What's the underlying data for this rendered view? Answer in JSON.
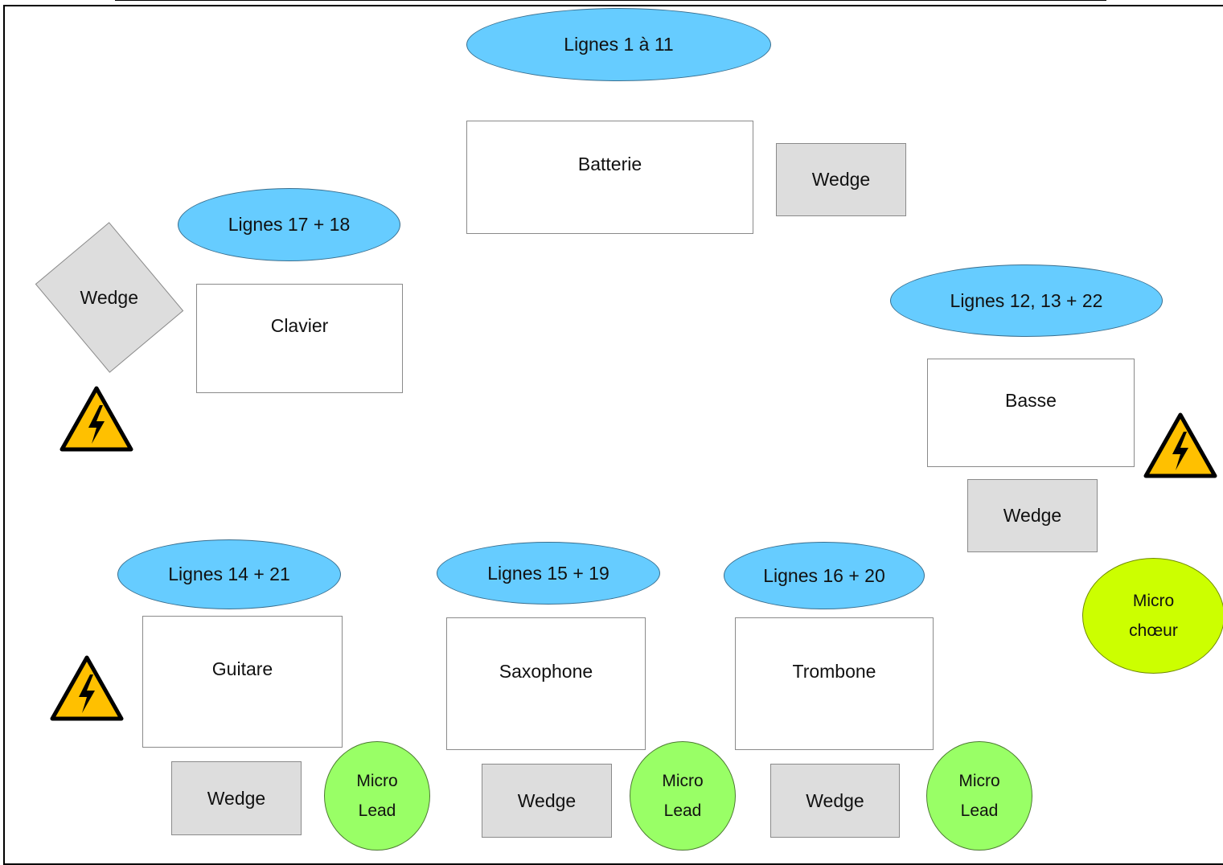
{
  "lines": {
    "top": "Lignes 1 à 11",
    "keys": "Lignes 17 + 18",
    "bass": "Lignes 12, 13 + 22",
    "guitar": "Lignes 14 + 21",
    "sax": "Lignes 15 + 19",
    "trombone": "Lignes 16 + 20"
  },
  "positions": {
    "drums": "Batterie",
    "keys": "Clavier",
    "bass": "Basse",
    "guitar": "Guitare",
    "sax": "Saxophone",
    "trombone": "Trombone"
  },
  "wedge_label": "Wedge",
  "mics": {
    "lead_line1": "Micro",
    "lead_line2": "Lead",
    "choeur_line1": "Micro",
    "choeur_line2": "chœur"
  },
  "colors": {
    "line_ellipse": "#66ccff",
    "wedge": "#dddddd",
    "mic_lead": "#99ff66",
    "mic_choeur": "#ccff00",
    "warning": "#ffc000"
  },
  "icons": {
    "warning": "high-voltage-warning-icon"
  }
}
